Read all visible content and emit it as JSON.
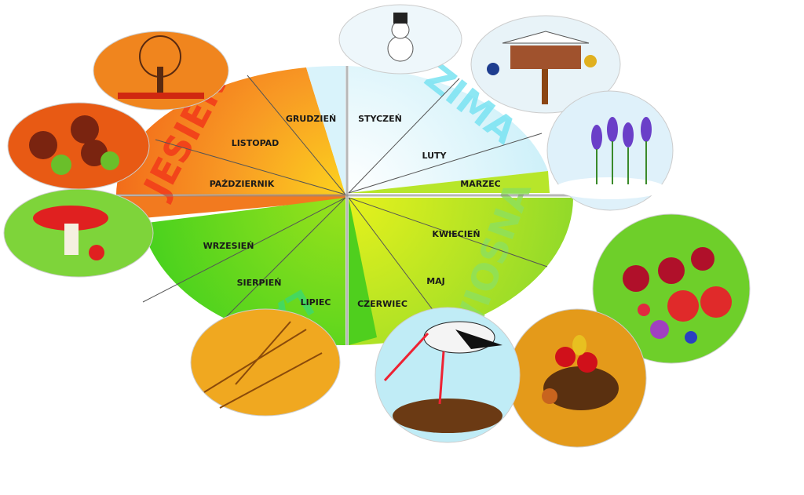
{
  "seasons": {
    "autumn": {
      "label": "JESIEŃ",
      "color": "#f47a1f",
      "text_color": "#f2441a"
    },
    "winter": {
      "label": "ZIMA",
      "color": "#d9f3fb",
      "text_color": "#7ae3f2"
    },
    "spring": {
      "label": "WIOSNA",
      "color": "#b7e62a",
      "text_color": "#8fe05a"
    },
    "summer": {
      "label": "LATO",
      "color": "#4fcf1e",
      "text_color": "#3fd86a"
    }
  },
  "months": {
    "december": "GRUDZIEŃ",
    "november": "LISTOPAD",
    "october": "PAŹDZIERNIK",
    "january": "STYCZEŃ",
    "february": "LUTY",
    "march": "MARZEC",
    "april": "KWIECIEŃ",
    "may": "MAJ",
    "june": "CZERWIEC",
    "july": "LIPIEC",
    "august": "SIERPIEŃ",
    "september": "WRZESIEŃ"
  },
  "pictures": [
    "snowman",
    "bird-feeder",
    "crocus",
    "fruits",
    "hedgehog",
    "stork",
    "wheat",
    "mushroom",
    "chestnuts",
    "bare-tree"
  ]
}
